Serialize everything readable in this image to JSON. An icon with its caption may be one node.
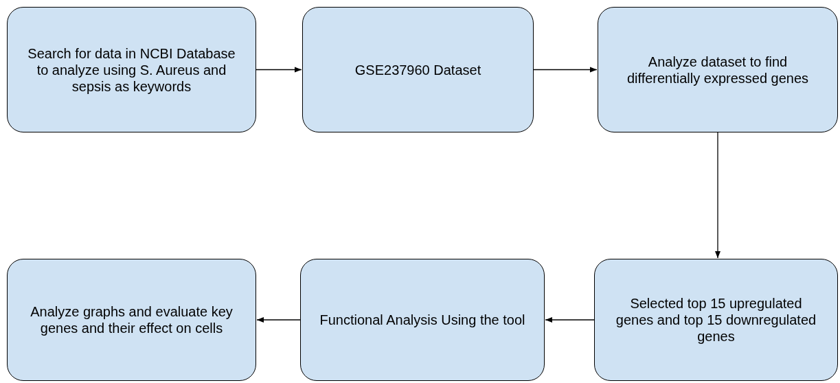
{
  "diagram": {
    "nodes": [
      {
        "text": [
          "Search for data in NCBI Database to analyze using S. Aureus and sepsis as keywords"
        ]
      },
      {
        "text": [
          "GSE237960 Dataset"
        ]
      },
      {
        "text": [
          "Analyze dataset to find differentially expressed genes"
        ]
      },
      {
        "text": [
          "Analyze graphs and evaluate key genes and their effect on cells"
        ]
      },
      {
        "text": [
          "Functional Analysis Using the tool"
        ]
      },
      {
        "text": [
          "Selected top 15 upregulated genes and top 15 downregulated genes"
        ]
      }
    ],
    "edges": [
      {
        "from": 0,
        "to": 1,
        "arrow": "to"
      },
      {
        "from": 1,
        "to": 2,
        "arrow": "to"
      },
      {
        "from": 2,
        "to": 5,
        "arrow": "to"
      },
      {
        "from": 5,
        "to": 4,
        "arrow": "to"
      },
      {
        "from": 4,
        "to": 3,
        "arrow": "to"
      }
    ]
  }
}
